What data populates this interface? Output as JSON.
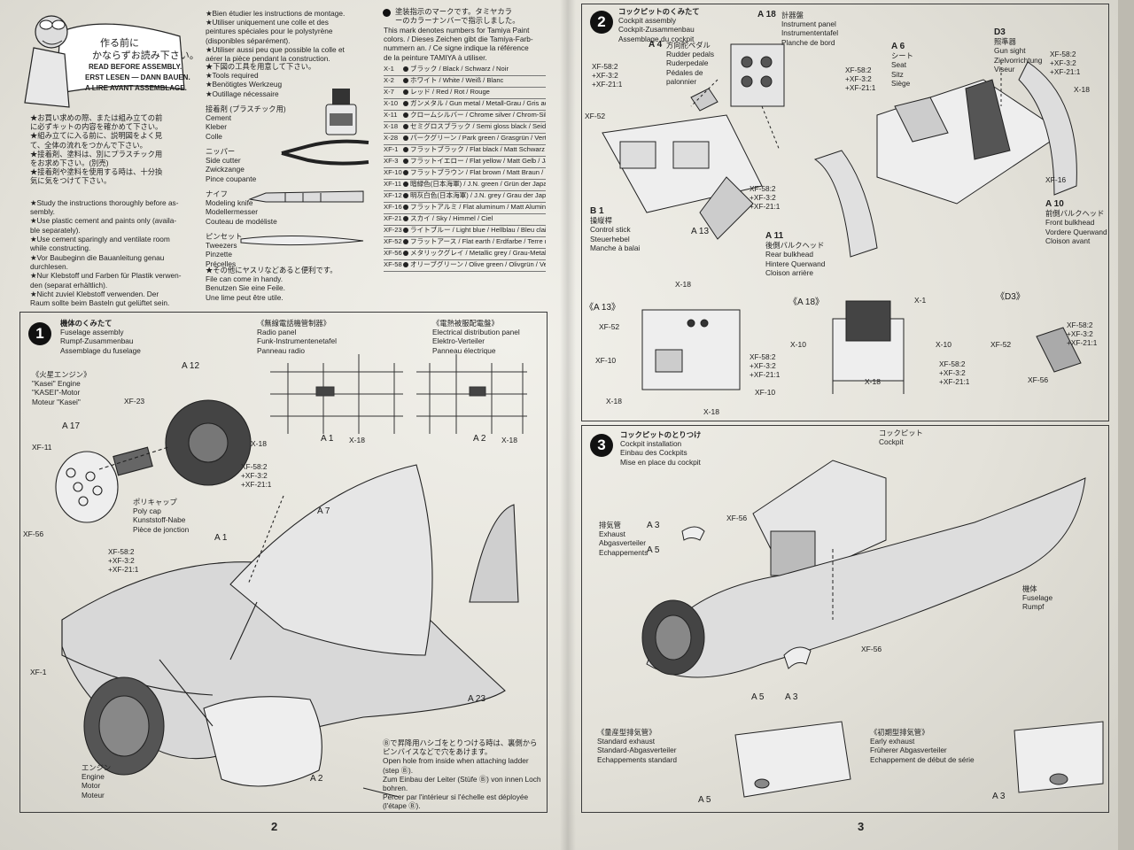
{
  "page_left": {
    "page_number": "2",
    "read_first": {
      "jp_line1": "作る前に",
      "jp_line2": "かならずお読み下さい。",
      "en": "READ BEFORE ASSEMBLY.",
      "de": "ERST LESEN — DANN BAUEN.",
      "fr": "A LIRE AVANT ASSEMBLAGE."
    },
    "intro_jp": [
      "★お買い求めの際、または組み立ての前",
      "に必ずキットの内容を確かめて下さい。",
      "★組み立てに入る前に、説明図をよく見",
      "て、全体の流れをつかんで下さい。",
      "★接着剤、塗料は、別にプラスチック用",
      "をお求め下さい。(別売)",
      "★接着剤や塗料を使用する時は、十分換",
      "気に気をつけて下さい。"
    ],
    "intro_en": [
      "★Study the instructions thoroughly before as-",
      "sembly.",
      "★Use plastic cement and paints only (availa-",
      "ble separately).",
      "★Use cement sparingly and ventilate room",
      "while constructing."
    ],
    "intro_de": [
      "★Vor Baubeginn die Bauanleitung genau",
      "durchlesen.",
      "★Nur Klebstoff und Farben für Plastik verwen-",
      "den (separat erhältlich).",
      "★Nicht zuviel Klebstoff verwenden. Der",
      "Raum sollte beim Basteln gut gelüftet sein."
    ],
    "intro_fr": [
      "★Bien étudier les instructions de montage.",
      "★Utiliser uniquement une colle et des",
      "peintures spéciales pour le polystyrène",
      "(disponibles séparément).",
      "★Utiliser aussi peu que possible la colle et",
      "aérer la pièce pendant la construction."
    ],
    "tools": {
      "header_jp": "★下図の工具を用意して下さい。",
      "header_en": "★Tools required",
      "header_de": "★Benötigtes Werkzeug",
      "header_fr": "★Outillage nécessaire",
      "cement": [
        "接着剤 (プラスチック用)",
        "Cement",
        "Kleber",
        "Colle"
      ],
      "cutter": [
        "ニッパー",
        "Side cutter",
        "Zwickzange",
        "Pince coupante"
      ],
      "knife": [
        "ナイフ",
        "Modeling knife",
        "Modellermesser",
        "Couteau de modéliste"
      ],
      "tweezers": [
        "ピンセット",
        "Tweezers",
        "Pinzette",
        "Précelles"
      ],
      "file": [
        "★その他にヤスリなどあると便利です。",
        "File can come in handy.",
        "Benutzen Sie eine Feile.",
        "Une lime peut être utile."
      ]
    },
    "paint_header": [
      "塗装指示のマークです。タミヤカラ",
      "ーのカラーナンバーで指示しました。",
      "This mark denotes numbers for Tamiya Paint",
      "colors. / Dieses Zeichen gibt die Tamiya-Farb-",
      "nummern an. / Ce signe indique la référence",
      "de la peinture TAMIYA à utiliser."
    ],
    "paints": [
      {
        "code": "X-1",
        "name": "ブラック / Black / Schwarz / Noir"
      },
      {
        "code": "X-2",
        "name": "ホワイト / White / Weiß / Blanc"
      },
      {
        "code": "X-7",
        "name": "レッド / Red / Rot / Rouge"
      },
      {
        "code": "X-10",
        "name": "ガンメタル / Gun metal / Metall-Grau / Gris acier"
      },
      {
        "code": "X-11",
        "name": "クロームシルバー / Chrome silver / Chrom-Silber / Aluminium chromé"
      },
      {
        "code": "X-18",
        "name": "セミグロスブラック / Semi gloss black / Seidenglanz Schwarz / Noir satiné"
      },
      {
        "code": "X-28",
        "name": "パークグリーン / Park green / Grasgrün / Vert pré"
      },
      {
        "code": "XF-1",
        "name": "フラットブラック / Flat black / Matt Schwarz / Noir mat"
      },
      {
        "code": "XF-3",
        "name": "フラットイエロー / Flat yellow / Matt Gelb / Jaune mat"
      },
      {
        "code": "XF-10",
        "name": "フラットブラウン / Flat brown / Matt Braun / Brun mat"
      },
      {
        "code": "XF-11",
        "name": "暗緑色(日本海軍) / J.N. green / Grün der Japanischen Marine / Vert Aéronavale Japonaise"
      },
      {
        "code": "XF-12",
        "name": "明灰白色(日本海軍) / J.N. grey / Grau der Japanischen Marine / Gris Aéronavale Japonaise"
      },
      {
        "code": "XF-16",
        "name": "フラットアルミ / Flat aluminum / Matt Aluminium / Aluminium mat"
      },
      {
        "code": "XF-21",
        "name": "スカイ / Sky / Himmel / Ciel"
      },
      {
        "code": "XF-23",
        "name": "ライトブルー / Light blue / Hellblau / Bleu clair"
      },
      {
        "code": "XF-52",
        "name": "フラットアース / Flat earth / Erdfarbe / Terre mate"
      },
      {
        "code": "XF-56",
        "name": "メタリックグレイ / Metallic grey / Grau-Metallic / Gris métallisé"
      },
      {
        "code": "XF-58",
        "name": "オリーブグリーン / Olive green / Olivgrün / Vert olive foncé"
      }
    ],
    "step1": {
      "num": "1",
      "title_jp": "機体のくみたて",
      "title_en": "Fuselage assembly",
      "title_de": "Rumpf-Zusammenbau",
      "title_fr": "Assemblage du fuselage",
      "radio_panel": [
        "《無線電話機管制器》",
        "Radio panel",
        "Funk-Instrumentenetafel",
        "Panneau radio"
      ],
      "elec_panel": [
        "《電熱被服配電盤》",
        "Electrical distribution panel",
        "Elektro-Verteiler",
        "Panneau électrique"
      ],
      "engine_title": [
        "《火星エンジン》",
        "\"Kasei\" Engine",
        "\"KASEI\"-Motor",
        "Moteur \"Kasei\""
      ],
      "polycap": [
        "ポリキャップ",
        "Poly cap",
        "Kunststoff-Nabe",
        "Pièce de jonction"
      ],
      "engine": [
        "エンジン",
        "Engine",
        "Motor",
        "Moteur"
      ],
      "ladder_note": [
        "Ⓑで昇降用ハシゴをとりつける時は、裏側から",
        "ピンバイスなどで穴をあけます。",
        "Open hole from inside when attaching ladder",
        "(step Ⓑ).",
        "Zum Einbau der Leiter (Stüfe Ⓑ) von innen Loch",
        "bohren.",
        "Percer par l'intérieur si l'échelle est déployée",
        "(l'étape Ⓑ)."
      ],
      "part_labels": {
        "a12": "A 12",
        "a17": "A 17",
        "xf23": "XF-23",
        "xf11": "XF-11",
        "x18a": "X-18",
        "mix1a": "XF-58:2",
        "mix1b": "+XF-3:2",
        "mix1c": "+XF-21:1",
        "xf56": "XF-56",
        "a1": "A 1",
        "a7": "A 7",
        "xf1": "XF-1",
        "a23": "A 23",
        "a2": "A 2",
        "a1r": "A 1",
        "x18r1": "X-18",
        "a2r": "A 2",
        "x18r2": "X-18",
        "mix2a": "XF-58:2",
        "mix2b": "+XF-3:2",
        "mix2c": "+XF-21:1"
      }
    }
  },
  "page_right": {
    "page_number": "3",
    "step2": {
      "num": "2",
      "title_jp": "コックピットのくみたて",
      "title_en": "Cockpit assembly",
      "title_de": "Cockpit-Zusammenbau",
      "title_fr": "Assemblage du cockpit",
      "instrument": [
        "A 18",
        "計器盤",
        "Instrument panel",
        "Instrumententafel",
        "Planche de bord"
      ],
      "rudder": [
        "A 4",
        "方向舵ペダル",
        "Rudder pedals",
        "Ruderpedale",
        "Pédales de",
        "palonnier"
      ],
      "seat": [
        "A 6",
        "シート",
        "Seat",
        "Sitz",
        "Siège"
      ],
      "gunsight": [
        "D3",
        "照準器",
        "Gun sight",
        "Zielvorrichtung",
        "Viseur"
      ],
      "stick": [
        "B 1",
        "操縦桿",
        "Control stick",
        "Steuerhebel",
        "Manche à balai"
      ],
      "front_bulkhead": [
        "A 10",
        "前側バルクヘッド",
        "Front bulkhead",
        "Vordere Querwand",
        "Cloison avant"
      ],
      "rear_bulkhead": [
        "A 11",
        "後側バルクヘッド",
        "Rear bulkhead",
        "Hintere Querwand",
        "Cloison arrière"
      ],
      "a13": "A 13",
      "xf52": "XF-52",
      "xf16": "XF-16",
      "x18": "X-18",
      "mixA": [
        "XF-58:2",
        "+XF-3:2",
        "+XF-21:1"
      ],
      "sub_a13": "《A 13》",
      "sub_a18": "《A 18》",
      "sub_d3": "《D3》",
      "sub_labels": {
        "x18a": "X-18",
        "xf52": "XF-52",
        "xf10a": "XF-10",
        "x18b": "X-18",
        "x18c": "X-18",
        "xf10b": "XF-10",
        "x1": "X-1",
        "x10a": "X-10",
        "x10b": "X-10",
        "x18d": "X-18",
        "xf52b": "XF-52",
        "xf56": "XF-56"
      }
    },
    "step3": {
      "num": "3",
      "title_jp": "コックピットのとりつけ",
      "title_en": "Cockpit installation",
      "title_de": "Einbau des Cockpits",
      "title_fr": "Mise en place du cockpit",
      "cockpit": [
        "コックピット",
        "Cockpit"
      ],
      "exhaust": [
        "排気管",
        "Exhaust",
        "Abgasverteiler",
        "Echappements"
      ],
      "fuselage": [
        "機体",
        "Fuselage",
        "Rumpf"
      ],
      "standard": [
        "《量産型排気管》",
        "Standard exhaust",
        "Standard-Abgasverteiler",
        "Echappements standard"
      ],
      "early": [
        "《初期型排気管》",
        "Early exhaust",
        "Früherer Abgasverteiler",
        "Echappement de début de série"
      ],
      "labels": {
        "a3": "A 3",
        "a5": "A 5",
        "xf56a": "XF-56",
        "xf56b": "XF-56",
        "a5b": "A 5",
        "a3b": "A 3",
        "a5c": "A 5",
        "a3c": "A 3"
      }
    }
  }
}
